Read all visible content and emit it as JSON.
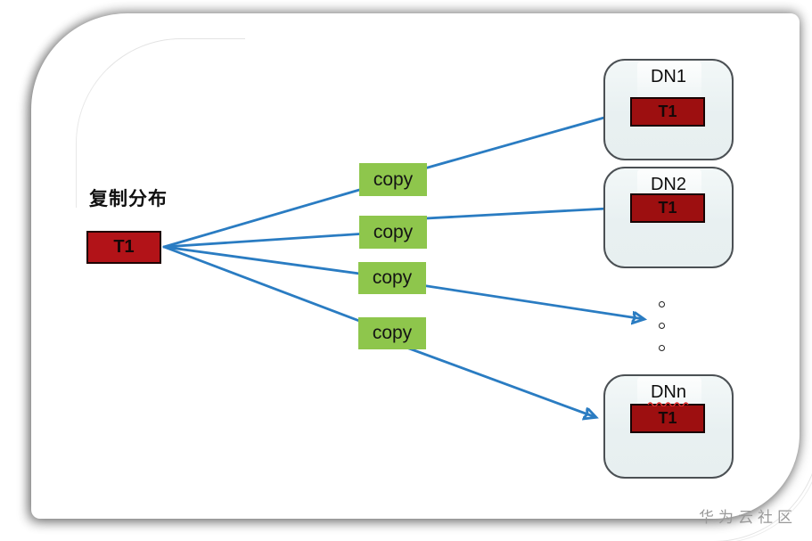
{
  "diagram": {
    "title_label": "复制分布",
    "source_table": {
      "label": "T1"
    },
    "copies": [
      {
        "label": "copy"
      },
      {
        "label": "copy"
      },
      {
        "label": "copy"
      },
      {
        "label": "copy"
      }
    ],
    "nodes": [
      {
        "name": "DN1",
        "table_label": "T1"
      },
      {
        "name": "DN2",
        "table_label": "T1"
      },
      {
        "name": "DNn",
        "table_label": "T1"
      }
    ],
    "ellipsis_dot_count": 3,
    "watermark": "华为云社区",
    "colors": {
      "arrow_blue": "#2a7cc2",
      "copy_green": "#8ec64c",
      "source_table_red": "#b21318",
      "node_table_red": "#9d0f10",
      "node_fill": "#eaf1f2",
      "node_border": "#4b5054",
      "squiggle_red": "#e03030",
      "watermark_gray": "#999999"
    }
  }
}
